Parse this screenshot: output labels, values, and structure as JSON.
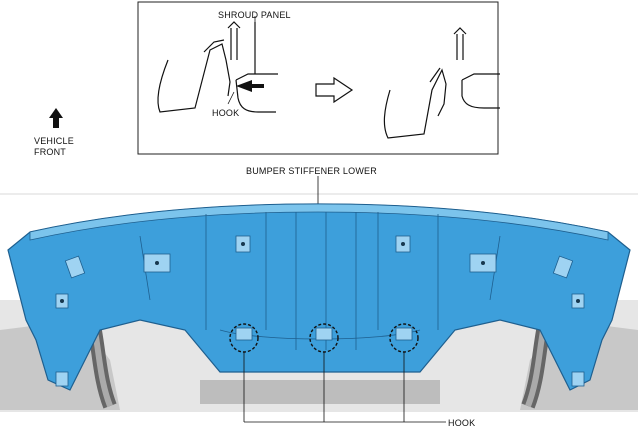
{
  "labels": {
    "shroud_panel": "SHROUD PANEL",
    "hook_inset": "HOOK",
    "vehicle_front_line1": "VEHICLE",
    "vehicle_front_line2": "FRONT",
    "bumper_stiffener_lower": "BUMPER STIFFENER LOWER",
    "hook_bottom": "HOOK"
  },
  "colors": {
    "part_fill": "#3d9fdb",
    "part_fill_light": "#7cc4ec",
    "part_edge": "#1e5f8f",
    "line": "#111111",
    "divider": "#d9d9d9"
  }
}
